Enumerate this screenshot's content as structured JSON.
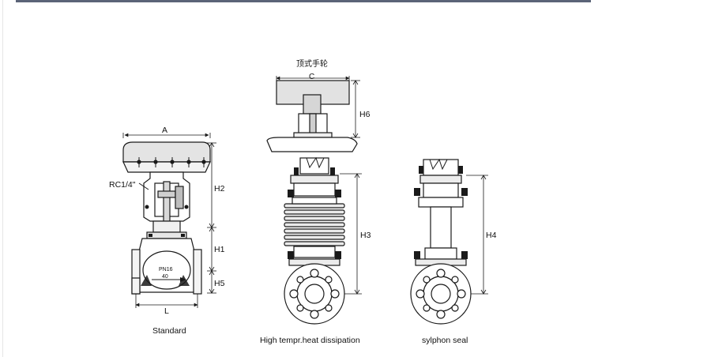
{
  "figure": {
    "caption_standard": "Standard",
    "caption_high_temp": "High tempr.heat dissipation",
    "caption_sylphon": "sylphon seal",
    "label_top_handwheel": "顶式手轮",
    "dim_A": "A",
    "dim_C": "C",
    "dim_L": "L",
    "dim_H1": "H1",
    "dim_H2": "H2",
    "dim_H3": "H3",
    "dim_H4": "H4",
    "dim_H5": "H5",
    "dim_H6": "H6",
    "port_label": "RC1/4\"",
    "pressure_label_top": "PN16",
    "pressure_label_bottom": "40"
  }
}
